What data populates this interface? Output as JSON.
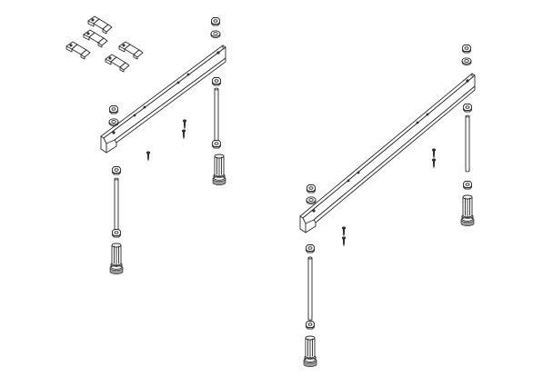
{
  "figure": {
    "type": "exploded-assembly-drawing",
    "background": "#ffffff",
    "line_color": "#2b2b2b"
  },
  "assemblies": [
    {
      "name": "left-leg-assembly",
      "parts": [
        "clip",
        "clip",
        "clip",
        "clip",
        "rail",
        "nut",
        "washer",
        "nut",
        "washer",
        "screw",
        "screw",
        "screw",
        "rod",
        "rod",
        "foot",
        "foot"
      ]
    },
    {
      "name": "right-leg-assembly",
      "parts": [
        "rail",
        "nut",
        "washer",
        "nut",
        "washer",
        "screw",
        "screw",
        "screw",
        "screw",
        "rod",
        "rod",
        "foot",
        "foot"
      ]
    }
  ],
  "icons": {
    "clip": "mounting-clip-icon",
    "rail": "rail-bracket-icon",
    "nut": "hex-nut-icon",
    "washer": "washer-icon",
    "screw": "screw-icon",
    "rod": "threaded-rod-icon",
    "foot": "adjustable-foot-icon"
  }
}
